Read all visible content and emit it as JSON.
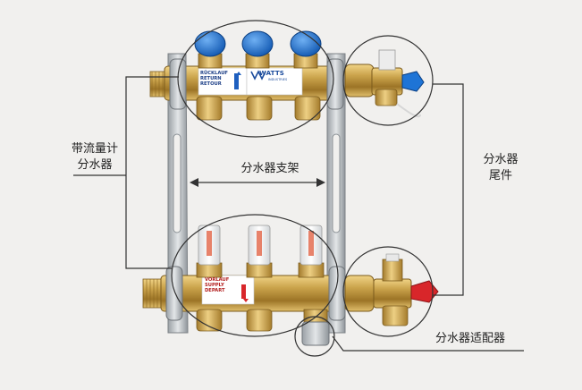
{
  "labels": {
    "left": [
      "带流量计",
      "分水器"
    ],
    "middle": "分水器支架",
    "right": [
      "分水器",
      "尾件"
    ],
    "adapter": "分水器适配器"
  },
  "return_plate": [
    "RÜCKLAUF",
    "RETURN",
    "RETOUR"
  ],
  "supply_plate": [
    "VORLAUF",
    "SUPPLY",
    "DEPART"
  ],
  "brand": "WATTS",
  "brand_sub": "INDUSTRIES",
  "colors": {
    "background": "#f1f0ee",
    "brass": "#c9a24a",
    "steel": "#b8bcc0",
    "blue_cap": "#1e74d6",
    "red_cap": "#d8262a",
    "line": "#333333"
  }
}
